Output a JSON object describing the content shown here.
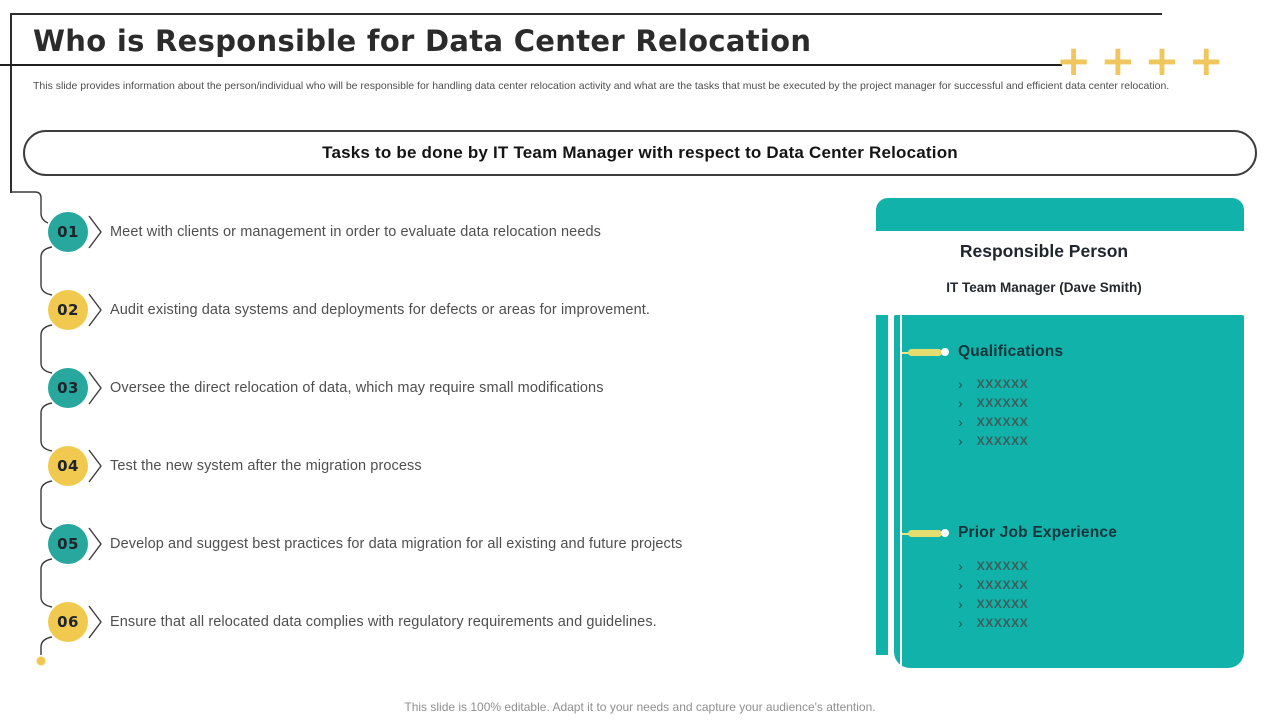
{
  "slide": {
    "title": "Who is Responsible for Data Center Relocation",
    "subtitle": "This slide provides information about the person/individual who will be responsible for handling data center relocation activity and what are the tasks that must be executed by the project manager for successful and efficient data center relocation.",
    "banner": "Tasks to be done by IT Team Manager with respect to Data Center Relocation",
    "footer": "This slide is 100% editable. Adapt it to your needs and capture your audience's attention."
  },
  "decor": {
    "plus_glyph": "+",
    "plus_count": 4,
    "bullet_glyph": "›"
  },
  "tasks": [
    {
      "number": "01",
      "text": "Meet with clients or management in order to evaluate data relocation needs"
    },
    {
      "number": "02",
      "text": "Audit existing data systems and deployments for defects or areas for improvement."
    },
    {
      "number": "03",
      "text": "Oversee the direct relocation of data, which may require small modifications"
    },
    {
      "number": "04",
      "text": "Test the new system after the migration process"
    },
    {
      "number": "05",
      "text": "Develop and suggest best practices for data migration for all existing and future projects"
    },
    {
      "number": "06",
      "text": "Ensure that all relocated data complies with regulatory requirements and guidelines."
    }
  ],
  "panel": {
    "heading": "Responsible Person",
    "subheading": "IT Team Manager (Dave Smith)",
    "sections": [
      {
        "title": "Qualifications",
        "items": [
          "XXXXXX",
          "XXXXXX",
          "XXXXXX",
          "XXXXXX"
        ]
      },
      {
        "title": "Prior Job Experience",
        "items": [
          "XXXXXX",
          "XXXXXX",
          "XXXXXX",
          "XXXXXX"
        ]
      }
    ]
  },
  "colors": {
    "panel_teal": "#10b2a9",
    "badge_teal": "#27a79d",
    "badge_yellow": "#f2c94f",
    "plus_yellow": "#f0c75e",
    "marker_yellow": "#e3dd6f",
    "line_dark": "#2e2e2e",
    "text_dark": "#2b2b2b",
    "text_body": "#4f4f4f"
  }
}
